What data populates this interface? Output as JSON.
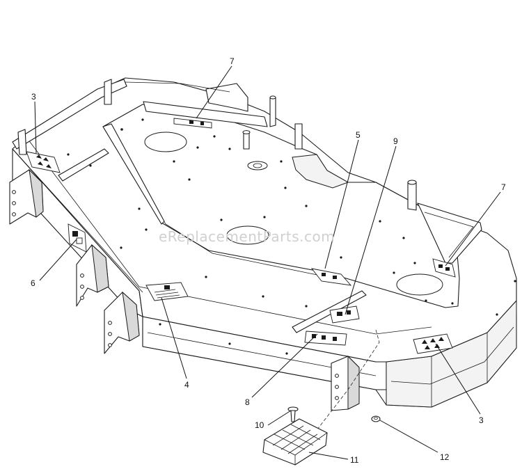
{
  "watermark": "eReplacementParts.com",
  "callouts": [
    {
      "id": "c7a",
      "label": "7"
    },
    {
      "id": "c3a",
      "label": "3"
    },
    {
      "id": "c5",
      "label": "5"
    },
    {
      "id": "c9",
      "label": "9"
    },
    {
      "id": "c7b",
      "label": "7"
    },
    {
      "id": "c6",
      "label": "6"
    },
    {
      "id": "c4",
      "label": "4"
    },
    {
      "id": "c8",
      "label": "8"
    },
    {
      "id": "c3b",
      "label": "3"
    },
    {
      "id": "c10",
      "label": "10"
    },
    {
      "id": "c11",
      "label": "11"
    },
    {
      "id": "c12",
      "label": "12"
    }
  ]
}
